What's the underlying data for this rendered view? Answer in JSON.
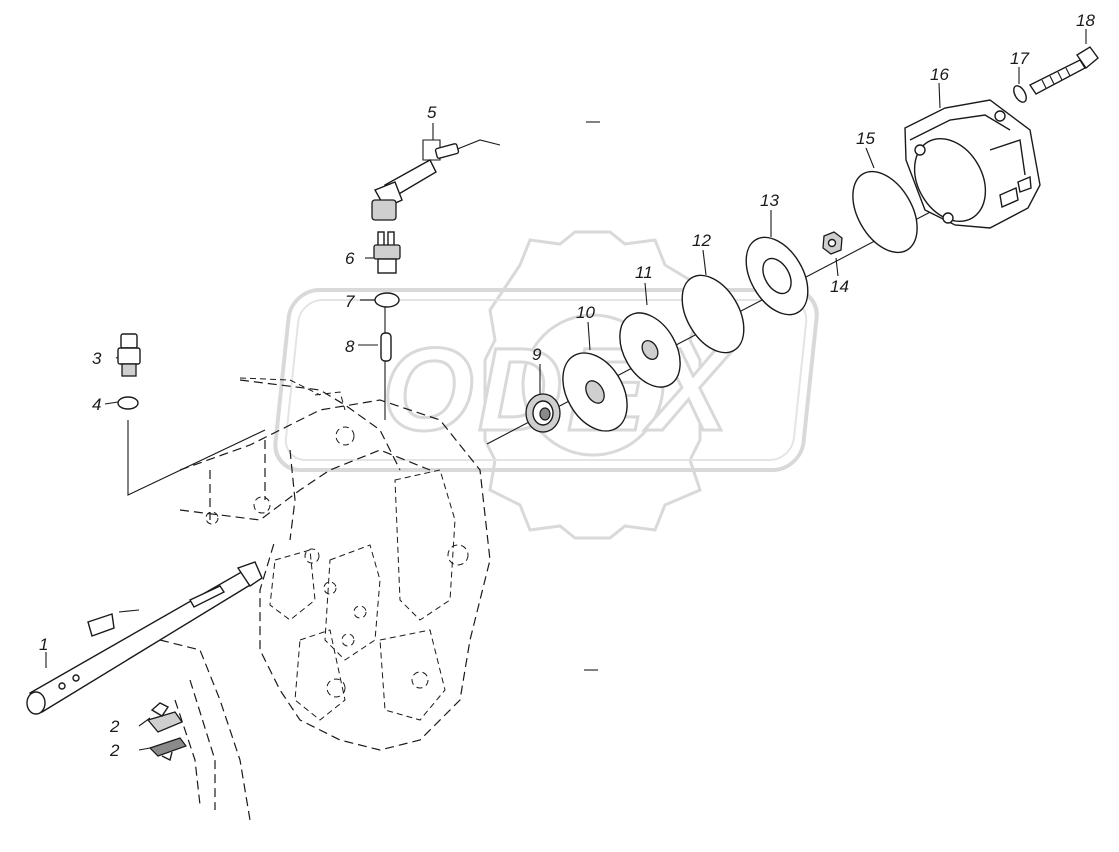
{
  "watermark": {
    "text": "ODEX"
  },
  "callouts": [
    {
      "id": "c1",
      "text": "1"
    },
    {
      "id": "c2a",
      "text": "2"
    },
    {
      "id": "c2b",
      "text": "2"
    },
    {
      "id": "c3",
      "text": "3"
    },
    {
      "id": "c4",
      "text": "4"
    },
    {
      "id": "c5",
      "text": "5"
    },
    {
      "id": "c6",
      "text": "6"
    },
    {
      "id": "c7",
      "text": "7"
    },
    {
      "id": "c8",
      "text": "8"
    },
    {
      "id": "c9",
      "text": "9"
    },
    {
      "id": "c10",
      "text": "10"
    },
    {
      "id": "c11",
      "text": "11"
    },
    {
      "id": "c12",
      "text": "12"
    },
    {
      "id": "c13",
      "text": "13"
    },
    {
      "id": "c14",
      "text": "14"
    },
    {
      "id": "c15",
      "text": "15"
    },
    {
      "id": "c16",
      "text": "16"
    },
    {
      "id": "c17",
      "text": "17"
    },
    {
      "id": "c18",
      "text": "18"
    }
  ],
  "colors": {
    "line": "#1a1a1a",
    "watermark": "#d9d9d9",
    "background": "#ffffff"
  }
}
